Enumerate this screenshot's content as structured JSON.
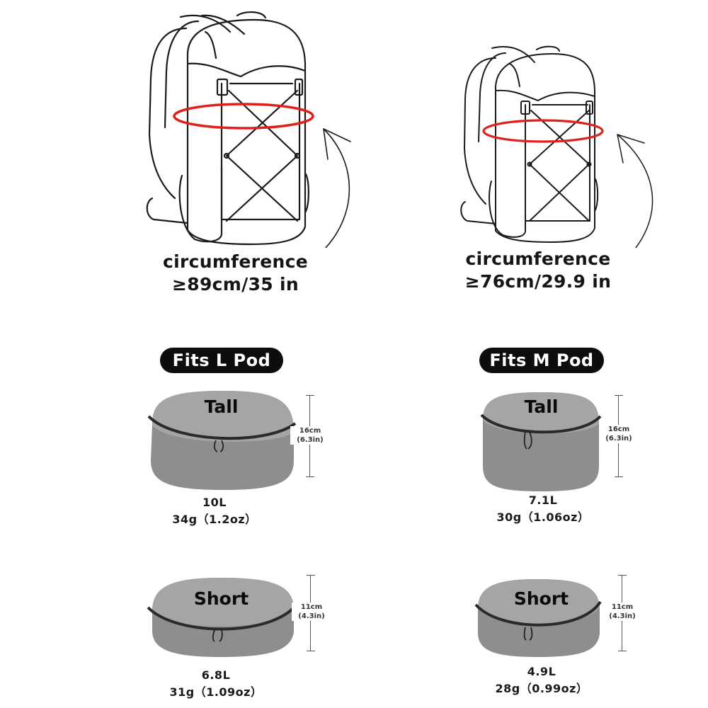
{
  "backpacks": [
    {
      "size": "large",
      "circumference_label": "circumference",
      "circumference_value": "≥89cm/35 in",
      "ring_color": "#e0201c"
    },
    {
      "size": "medium",
      "circumference_label": "circumference",
      "circumference_value": "≥76cm/29.9 in",
      "ring_color": "#e0201c"
    }
  ],
  "pod_columns": [
    {
      "badge": "Fits L Pod",
      "pods": [
        {
          "type": "Tall",
          "height_cm": "16cm",
          "height_in": "(6.3in)",
          "volume": "10L",
          "weight": "34g（1.2oz）"
        },
        {
          "type": "Short",
          "height_cm": "11cm",
          "height_in": "(4.3in)",
          "volume": "6.8L",
          "weight": "31g（1.09oz）"
        }
      ]
    },
    {
      "badge": "Fits M Pod",
      "pods": [
        {
          "type": "Tall",
          "height_cm": "16cm",
          "height_in": "(6.3in)",
          "volume": "7.1L",
          "weight": "30g（1.06oz）"
        },
        {
          "type": "Short",
          "height_cm": "11cm",
          "height_in": "(4.3in)",
          "volume": "4.9L",
          "weight": "28g（0.99oz）"
        }
      ]
    }
  ],
  "colors": {
    "pod_gray": "#8e8e8e",
    "pod_top": "#a3a3a3",
    "badge_bg": "#0d0d0d"
  }
}
